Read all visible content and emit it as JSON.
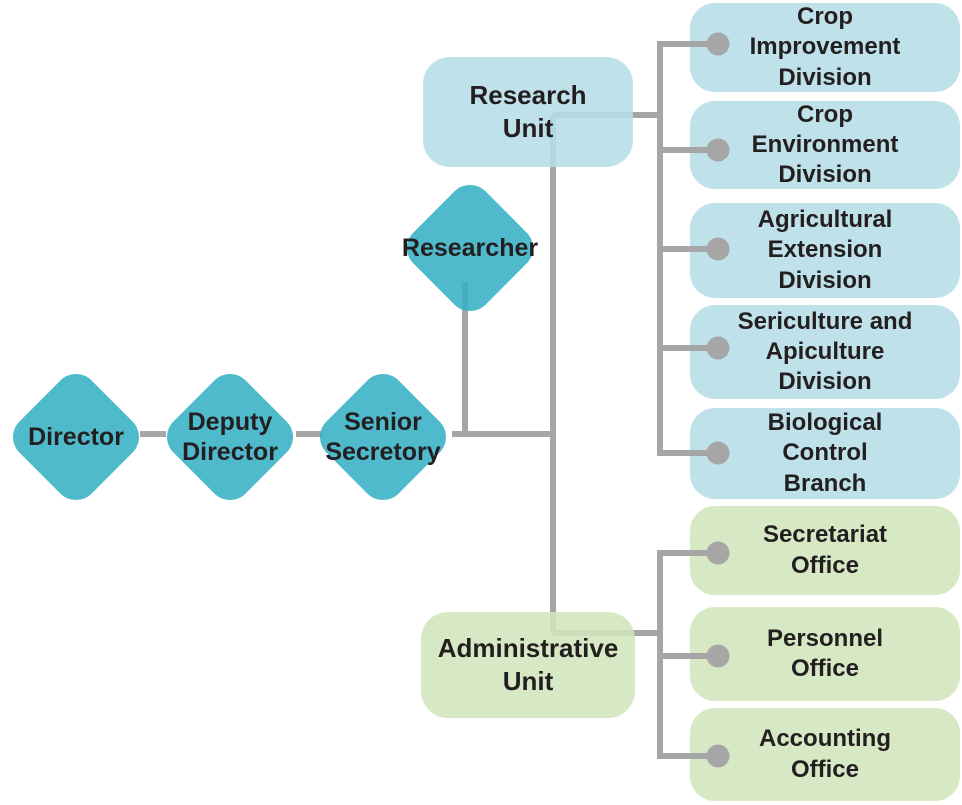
{
  "diagram_type": "organizational-chart",
  "colors": {
    "diamond_teal": "#4db9c9",
    "division_blue": "#c2e3ea",
    "office_green": "#d9e9c8",
    "connector_gray": "#a6a6a6",
    "dot_gray": "#a6a6a6",
    "text": "#231f20"
  },
  "leadership": [
    {
      "id": "director",
      "label": "Director"
    },
    {
      "id": "deputy-director",
      "label": "Deputy\nDirector"
    },
    {
      "id": "senior-secretory",
      "label": "Senior\nSecretory"
    },
    {
      "id": "researcher",
      "label": "Researcher"
    }
  ],
  "units": [
    {
      "id": "research-unit",
      "label": "Research\nUnit"
    },
    {
      "id": "administrative-unit",
      "label": "Administrative\nUnit"
    }
  ],
  "research_divisions": [
    {
      "label": "Crop\nImprovement\nDivision"
    },
    {
      "label": "Crop\nEnvironment\nDivision"
    },
    {
      "label": "Agricultural\nExtension\nDivision"
    },
    {
      "label": "Sericulture and\nApiculture\nDivision"
    },
    {
      "label": "Biological\nControl\nBranch"
    }
  ],
  "admin_offices": [
    {
      "label": "Secretariat\nOffice"
    },
    {
      "label": "Personnel\nOffice"
    },
    {
      "label": "Accounting\nOffice"
    }
  ],
  "connections": {
    "chain": "Director - Deputy Director - Senior Secretory - Researcher",
    "research_unit_children": 5,
    "administrative_unit_children": 3
  }
}
